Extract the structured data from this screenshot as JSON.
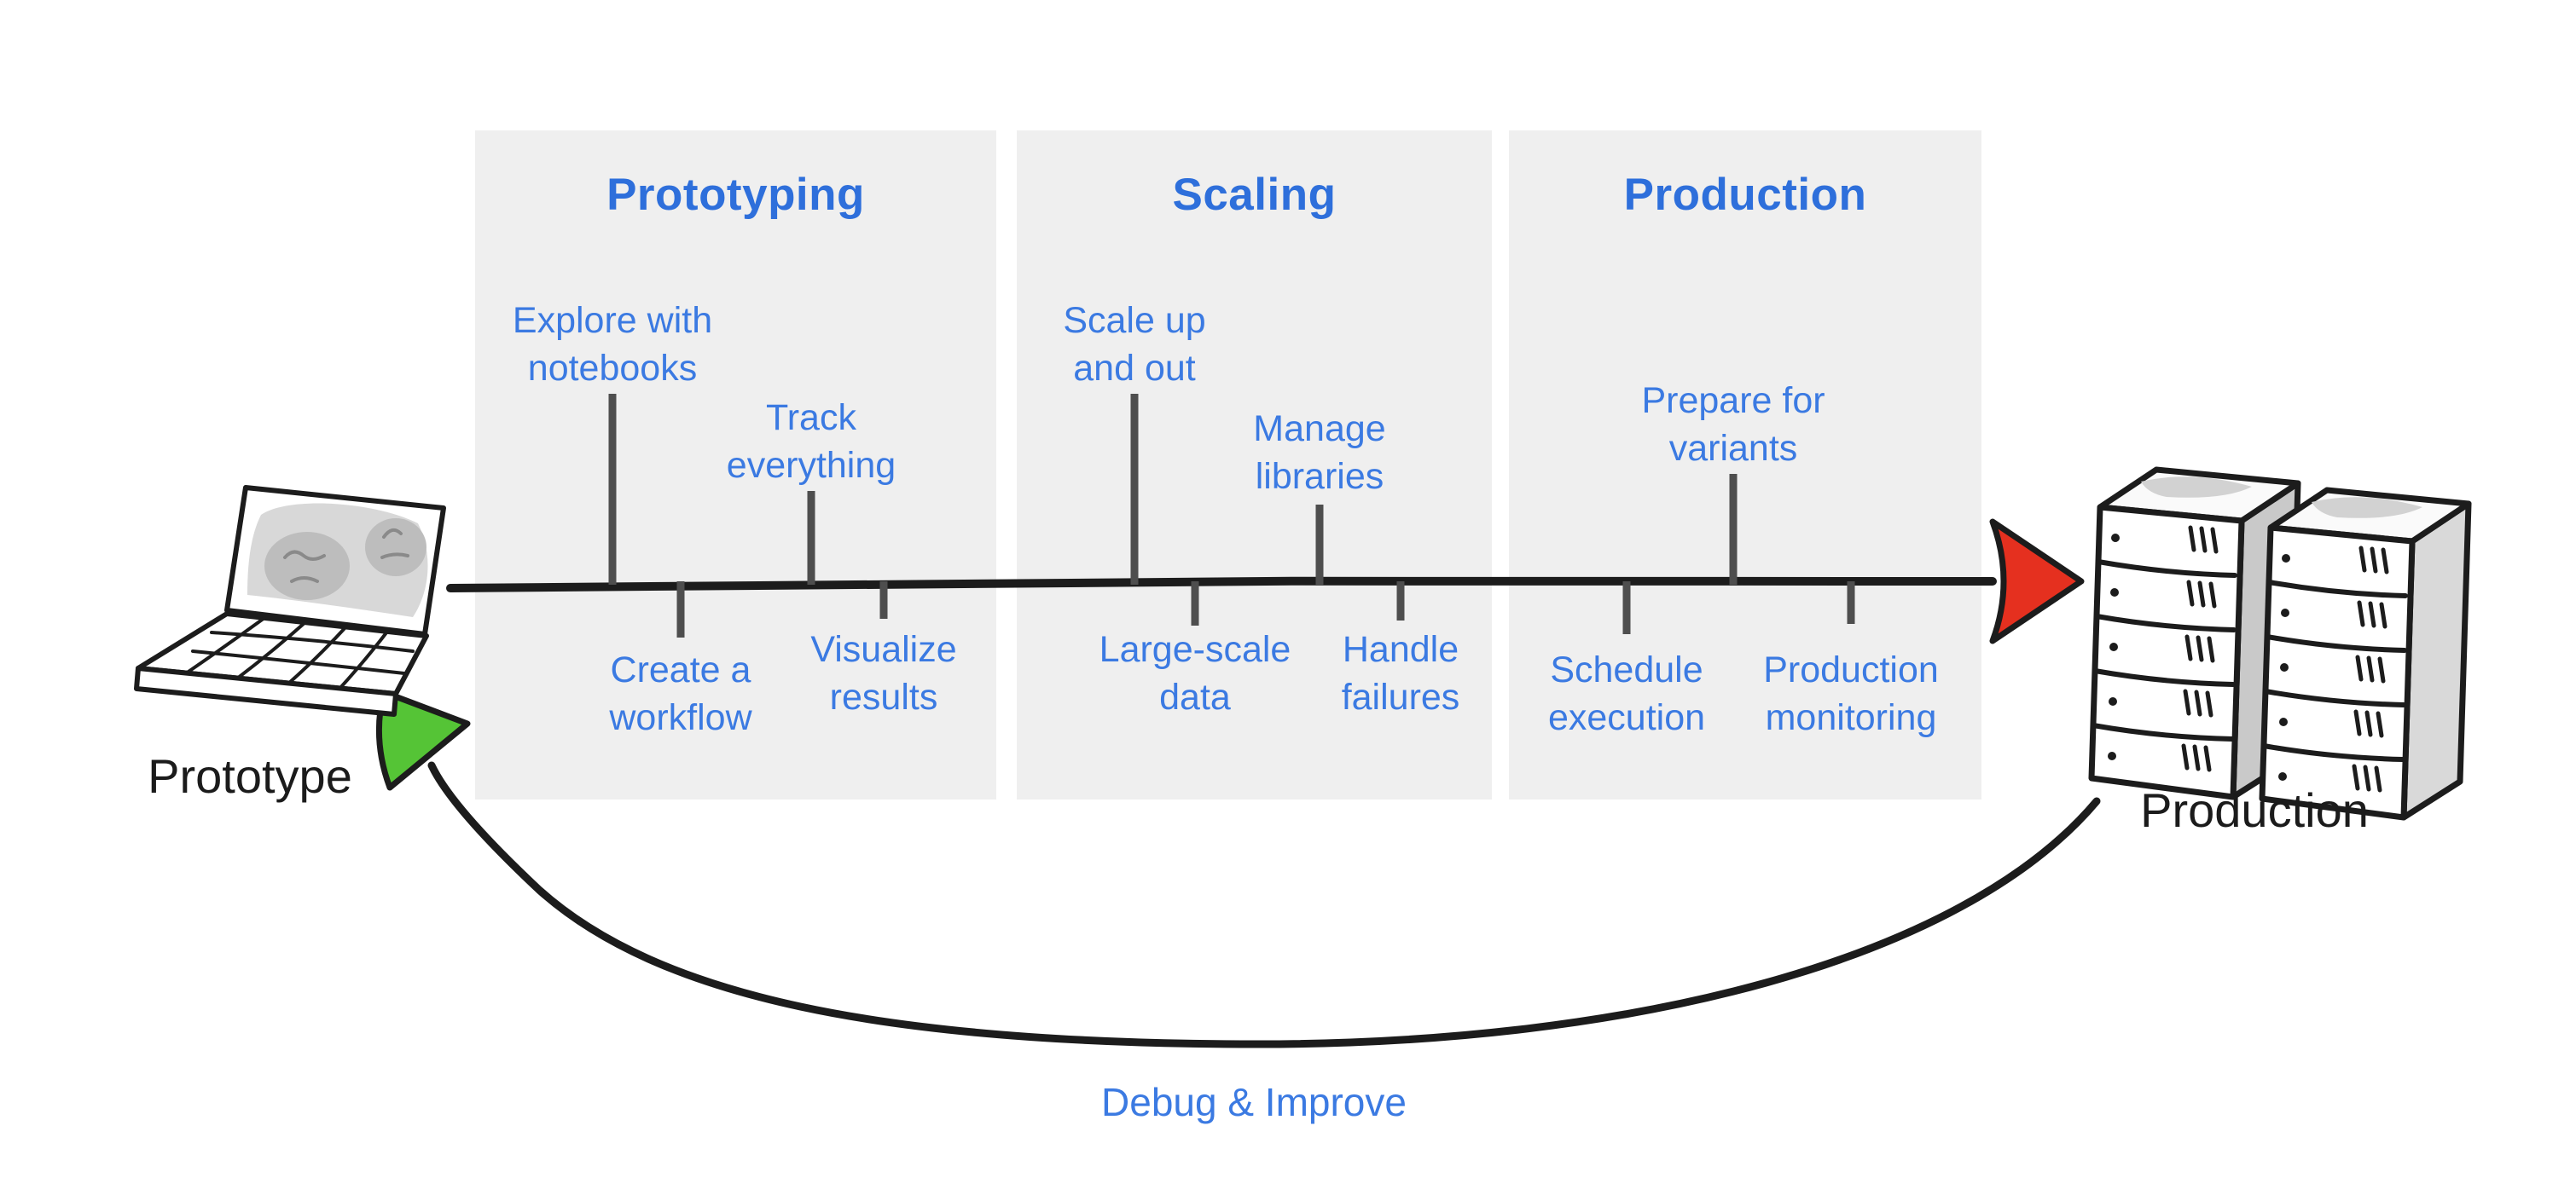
{
  "endpoints": {
    "start": {
      "label": "Prototype",
      "icon": "laptop-sketch"
    },
    "end": {
      "label": "Production",
      "icon": "server-rack-sketch"
    }
  },
  "phases": [
    {
      "title": "Prototyping",
      "steps": [
        {
          "label": "Explore with notebooks",
          "lines": [
            "Explore with",
            "notebooks"
          ],
          "side": "above"
        },
        {
          "label": "Create a workflow",
          "lines": [
            "Create a",
            "workflow"
          ],
          "side": "below"
        },
        {
          "label": "Track everything",
          "lines": [
            "Track",
            "everything"
          ],
          "side": "above"
        },
        {
          "label": "Visualize results",
          "lines": [
            "Visualize",
            "results"
          ],
          "side": "below"
        }
      ]
    },
    {
      "title": "Scaling",
      "steps": [
        {
          "label": "Scale up and out",
          "lines": [
            "Scale up",
            "and out"
          ],
          "side": "above"
        },
        {
          "label": "Large-scale data",
          "lines": [
            "Large-scale",
            "data"
          ],
          "side": "below"
        },
        {
          "label": "Manage libraries",
          "lines": [
            "Manage",
            "libraries"
          ],
          "side": "above"
        },
        {
          "label": "Handle failures",
          "lines": [
            "Handle",
            "failures"
          ],
          "side": "below"
        }
      ]
    },
    {
      "title": "Production",
      "steps": [
        {
          "label": "Prepare for variants",
          "lines": [
            "Prepare for",
            "variants"
          ],
          "side": "above"
        },
        {
          "label": "Schedule execution",
          "lines": [
            "Schedule",
            "execution"
          ],
          "side": "below"
        },
        {
          "label": "Production monitoring",
          "lines": [
            "Production",
            "monitoring"
          ],
          "side": "below"
        }
      ]
    }
  ],
  "loop": {
    "label": "Debug & Improve"
  },
  "colors": {
    "panel_bg": "#EFEFEF",
    "phase_title_blue": "#2E6FDB",
    "step_label_blue": "#3B7AE2",
    "tick_gray": "#4E4E4E",
    "line_black": "#1c1c1c",
    "start_arrow_green": "#55C436",
    "end_arrow_red": "#E5301F",
    "endpoint_text": "#1b1b1b"
  }
}
